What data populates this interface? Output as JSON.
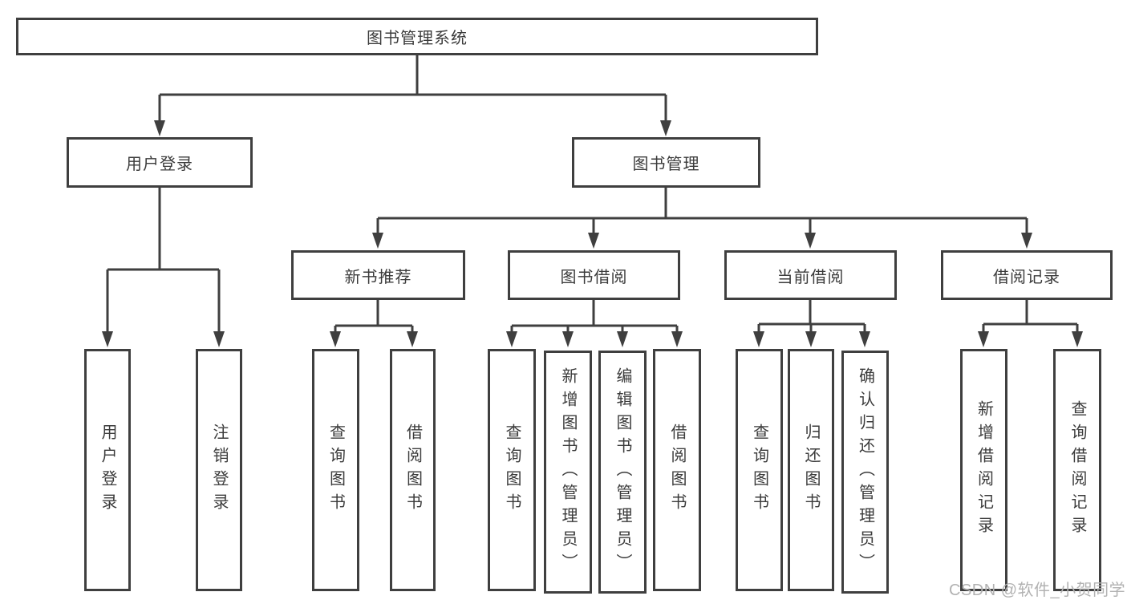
{
  "colors": {
    "line": "#3f3f3f",
    "text": "#3b3b3b",
    "box-bg": "#ffffff",
    "background": "#ffffff",
    "watermark": "#b2b2b2"
  },
  "watermark": "CSDN @软件_小贺同学",
  "diagram": {
    "root": {
      "label": "图书管理系统"
    },
    "level2": [
      {
        "label": "用户登录",
        "children": [
          {
            "label": "用户登录"
          },
          {
            "label": "注销登录"
          }
        ]
      },
      {
        "label": "图书管理",
        "children": [
          {
            "label": "新书推荐",
            "children": [
              {
                "label": "查询图书"
              },
              {
                "label": "借阅图书"
              }
            ]
          },
          {
            "label": "图书借阅",
            "children": [
              {
                "label": "查询图书"
              },
              {
                "label": "新增图书（管理员）"
              },
              {
                "label": "编辑图书（管理员）"
              },
              {
                "label": "借阅图书"
              }
            ]
          },
          {
            "label": "当前借阅",
            "children": [
              {
                "label": "查询图书"
              },
              {
                "label": "归还图书"
              },
              {
                "label": "确认归还（管理员）"
              }
            ]
          },
          {
            "label": "借阅记录",
            "children": [
              {
                "label": "新增借阅记录"
              },
              {
                "label": "查询借阅记录"
              }
            ]
          }
        ]
      }
    ]
  }
}
